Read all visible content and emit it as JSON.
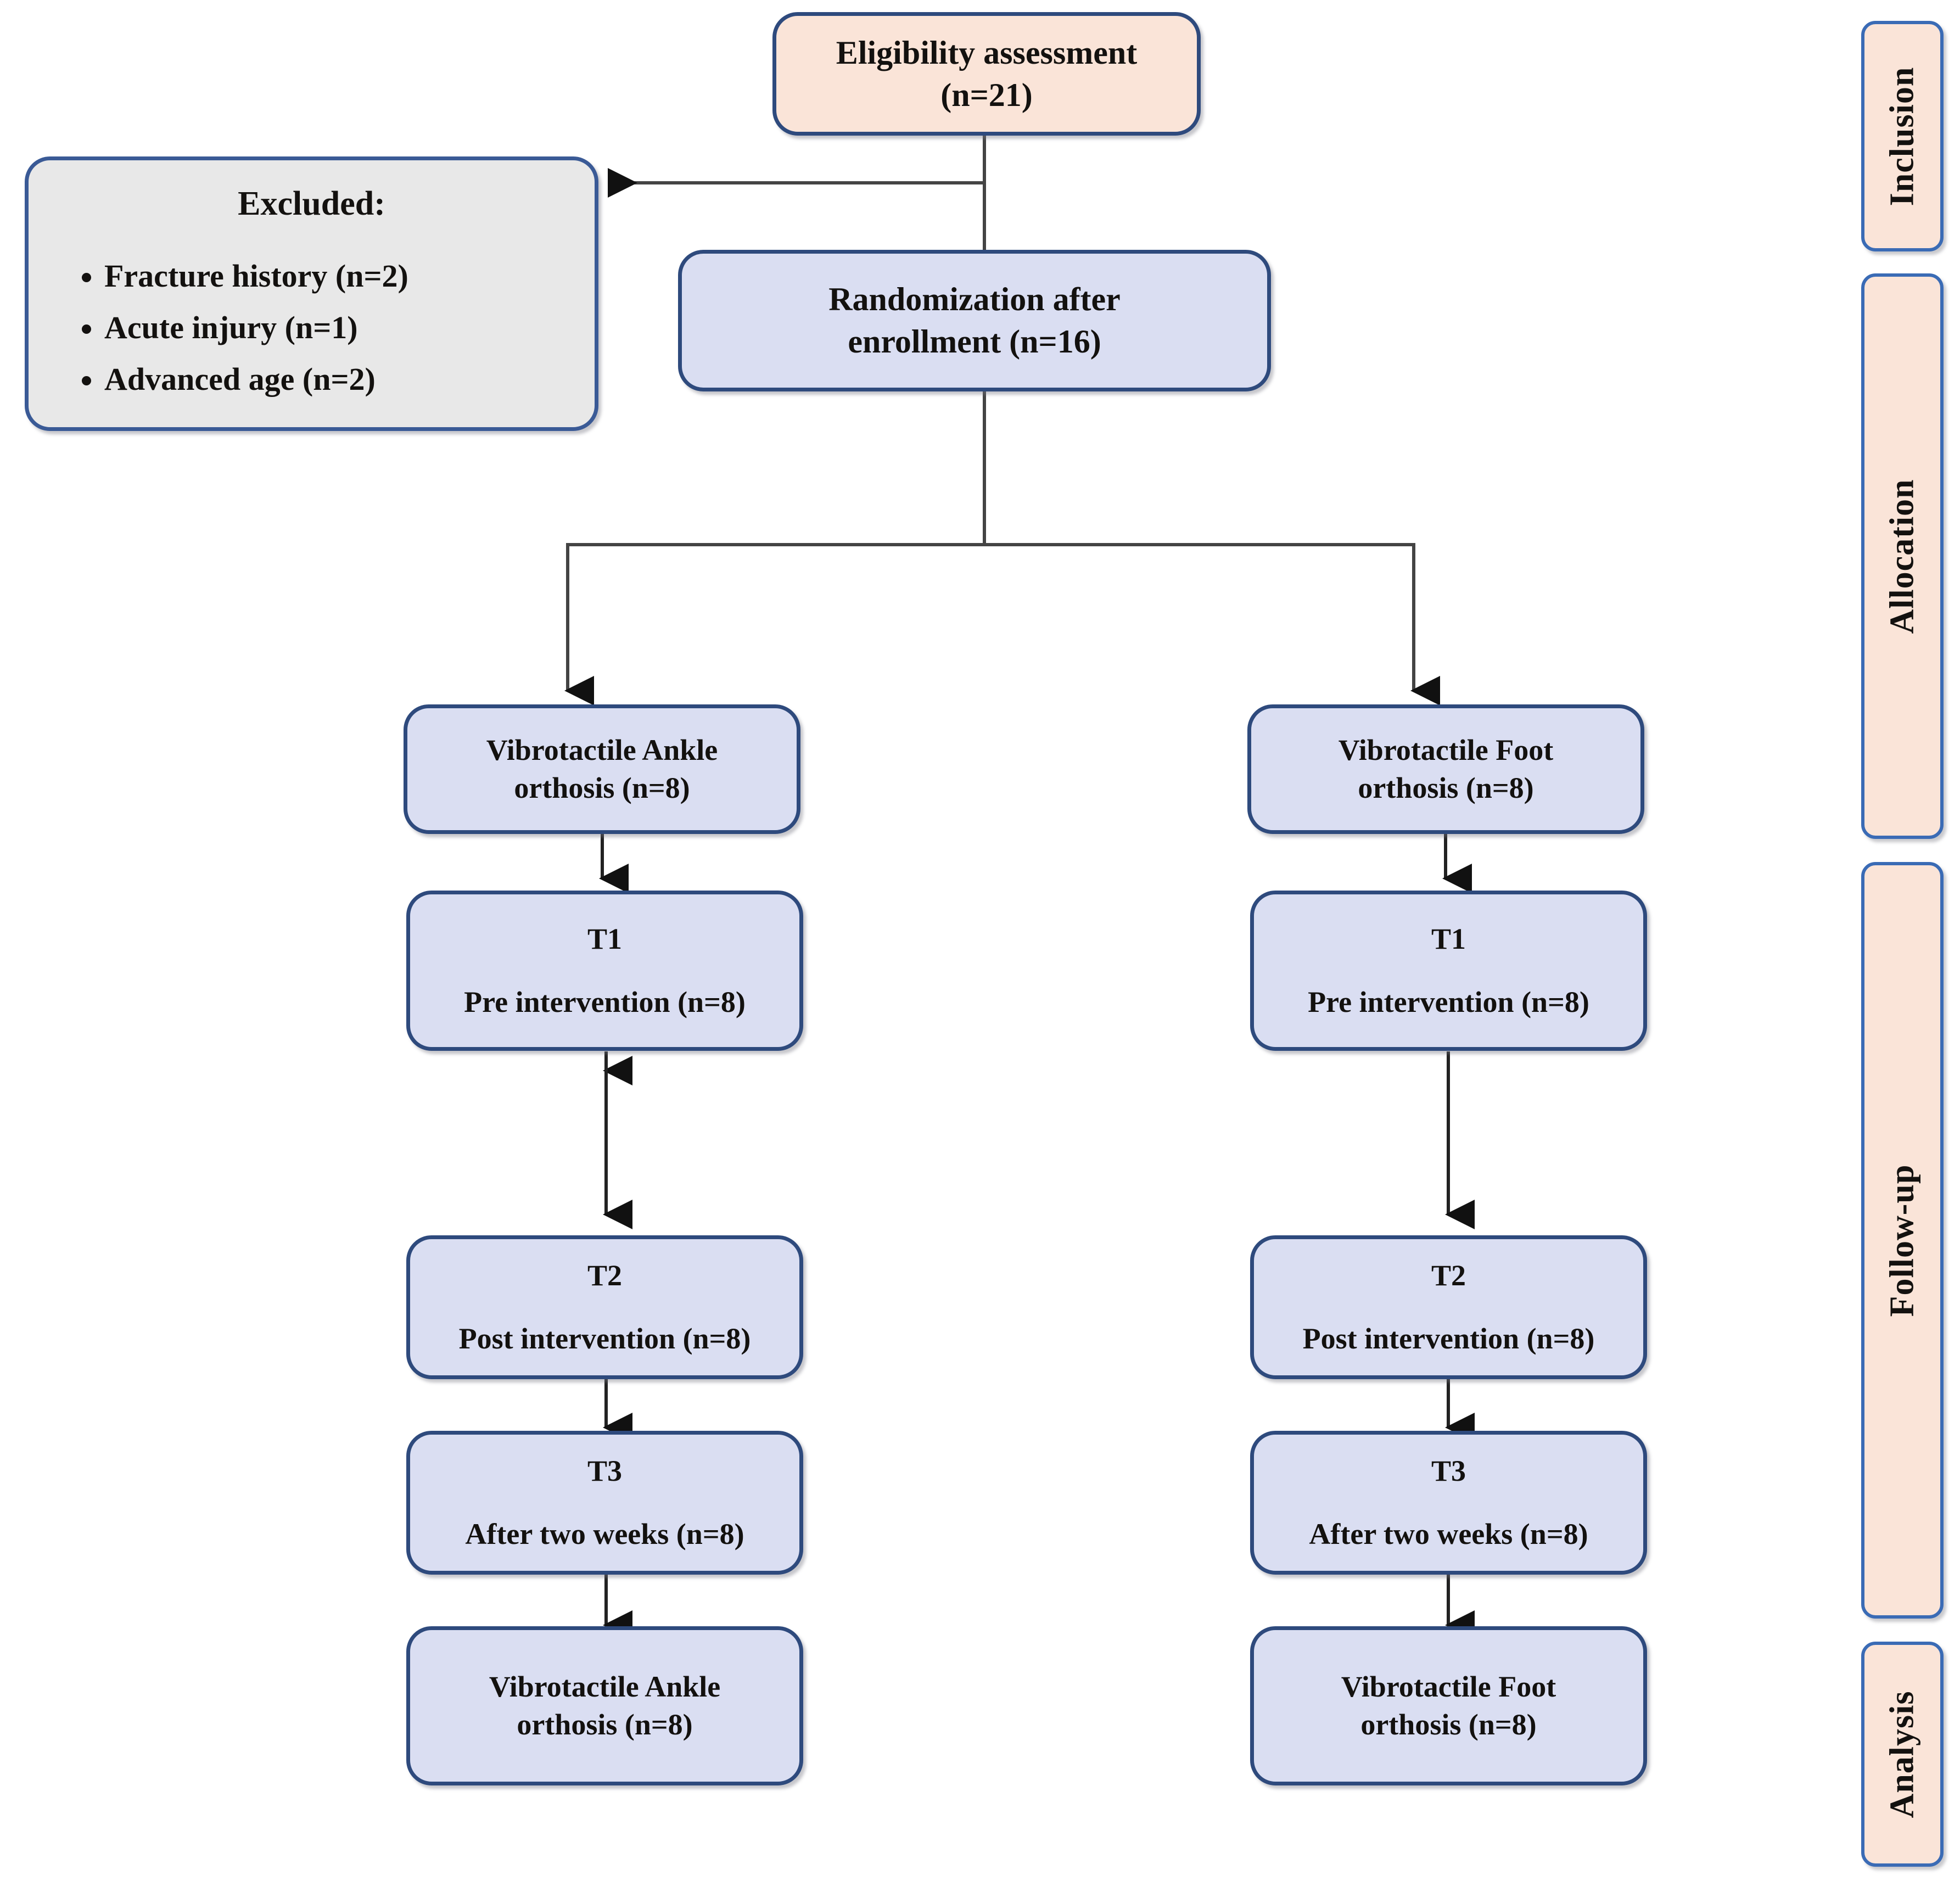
{
  "diagram": {
    "title": "CONSORT participant flow diagram",
    "colors": {
      "peach_fill": "#fae4d8",
      "blue_fill": "#dadef2",
      "gray_fill": "#e8e8e8",
      "box_border": "#2e4a7d",
      "phase_border": "#3a6bb5",
      "connector": "#444444"
    }
  },
  "nodes": {
    "eligibility": {
      "line1": "Eligibility assessment",
      "line2": "(n=21)"
    },
    "excluded": {
      "title": "Excluded:",
      "items": [
        "Fracture history (n=2)",
        "Acute injury (n=1)",
        "Advanced age (n=2)"
      ]
    },
    "randomization": {
      "line1": "Randomization after",
      "line2": "enrollment (n=16)"
    },
    "left": {
      "allocation": {
        "line1": "Vibrotactile Ankle",
        "line2": "orthosis (n=8)"
      },
      "t1": {
        "line1": "T1",
        "line2": "Pre intervention (n=8)"
      },
      "t2": {
        "line1": "T2",
        "line2": "Post intervention (n=8)"
      },
      "t3": {
        "line1": "T3",
        "line2": "After two weeks (n=8)"
      },
      "analysis": {
        "line1": "Vibrotactile Ankle",
        "line2": "orthosis (n=8)"
      }
    },
    "right": {
      "allocation": {
        "line1": "Vibrotactile Foot",
        "line2": "orthosis (n=8)"
      },
      "t1": {
        "line1": "T1",
        "line2": "Pre intervention (n=8)"
      },
      "t2": {
        "line1": "T2",
        "line2": "Post intervention (n=8)"
      },
      "t3": {
        "line1": "T3",
        "line2": "After two weeks (n=8)"
      },
      "analysis": {
        "line1": "Vibrotactile Foot",
        "line2": "orthosis (n=8)"
      }
    }
  },
  "phases": {
    "inclusion": "Inclusion",
    "allocation": "Allocation",
    "followup": "Follow-up",
    "analysis": "Analysis"
  }
}
